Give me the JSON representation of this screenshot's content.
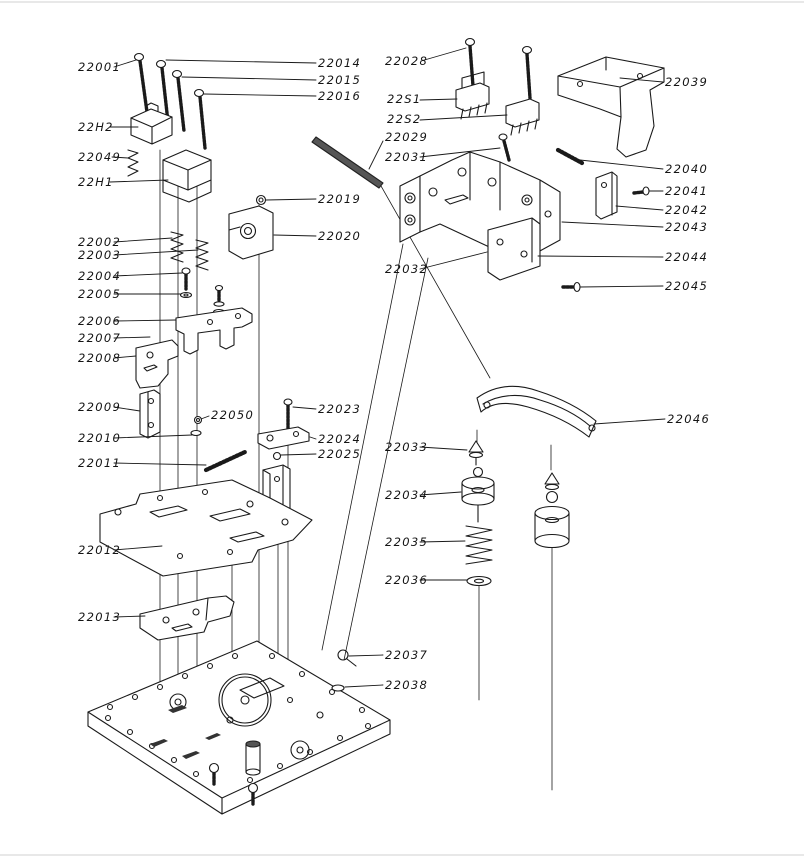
{
  "colors": {
    "background": "#ffffff",
    "ink": "#1a1a1a"
  },
  "diagram": {
    "type": "exploded-parts-diagram",
    "description": "Exploded view mechanical assembly diagram with numbered part callouts",
    "labels": [
      {
        "text": "22001"
      },
      {
        "text": "22H2"
      },
      {
        "text": "22049"
      },
      {
        "text": "22H1"
      },
      {
        "text": "22002"
      },
      {
        "text": "22003"
      },
      {
        "text": "22004"
      },
      {
        "text": "22005"
      },
      {
        "text": "22006"
      },
      {
        "text": "22007"
      },
      {
        "text": "22008"
      },
      {
        "text": "22009"
      },
      {
        "text": "22010"
      },
      {
        "text": "22011"
      },
      {
        "text": "22012"
      },
      {
        "text": "22013"
      },
      {
        "text": "22014"
      },
      {
        "text": "22015"
      },
      {
        "text": "22016"
      },
      {
        "text": "22019"
      },
      {
        "text": "22020"
      },
      {
        "text": "22050"
      },
      {
        "text": "22023"
      },
      {
        "text": "22024"
      },
      {
        "text": "22025"
      },
      {
        "text": "22028"
      },
      {
        "text": "22S1"
      },
      {
        "text": "22S2"
      },
      {
        "text": "22029"
      },
      {
        "text": "22031"
      },
      {
        "text": "22032"
      },
      {
        "text": "22033"
      },
      {
        "text": "22034"
      },
      {
        "text": "22035"
      },
      {
        "text": "22036"
      },
      {
        "text": "22037"
      },
      {
        "text": "22038"
      },
      {
        "text": "22039"
      },
      {
        "text": "22040"
      },
      {
        "text": "22041"
      },
      {
        "text": "22042"
      },
      {
        "text": "22043"
      },
      {
        "text": "22044"
      },
      {
        "text": "22045"
      },
      {
        "text": "22046"
      }
    ]
  }
}
